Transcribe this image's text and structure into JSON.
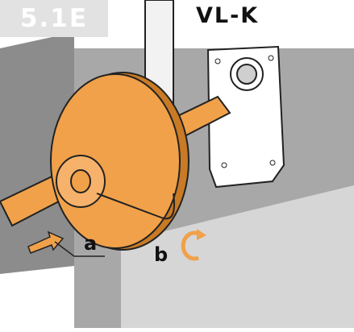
{
  "step_label": "5.1E",
  "model_label": "VL-K",
  "callouts": {
    "a": "a",
    "b": "b"
  },
  "colors": {
    "disc": "#f0a14a",
    "disc_dark": "#c97a25",
    "wall": "#8c8c8c",
    "floor": "#d9d9d9",
    "frame": "#ffffff",
    "line": "#222222"
  },
  "icons": [
    "push-arrow-icon",
    "rotate-arrow-icon"
  ]
}
